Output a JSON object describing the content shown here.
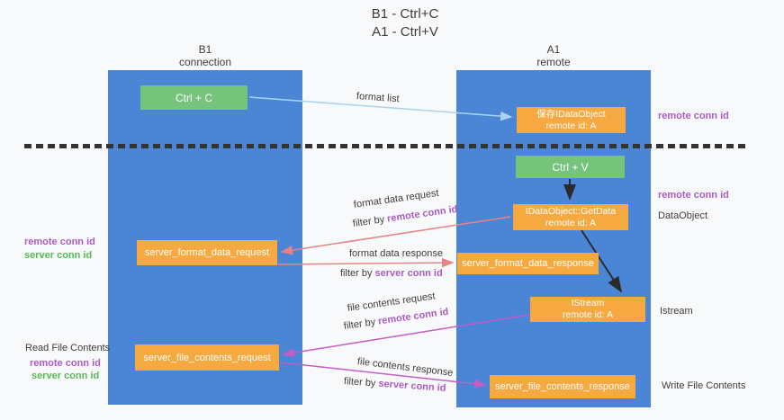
{
  "title": {
    "line1": "B1 - Ctrl+C",
    "line2": "A1 - Ctrl+V"
  },
  "lanes": {
    "left": {
      "title": "B1",
      "subtitle": "connection"
    },
    "right": {
      "title": "A1",
      "subtitle": "remote"
    }
  },
  "nodes": {
    "ctrl_c": {
      "label": "Ctrl + C"
    },
    "save_idataobject": {
      "line1": "保存IDataObject",
      "line2": "remote id: A"
    },
    "ctrl_v": {
      "label": "Ctrl + V"
    },
    "getdata": {
      "line1": "IDataObject::GetData",
      "line2": "remote id: A"
    },
    "format_request": {
      "label": "server_format_data_request"
    },
    "format_response": {
      "label": "server_format_data_response"
    },
    "istream": {
      "line1": "IStream",
      "line2": "remote id: A"
    },
    "file_request": {
      "label": "server_file_contents_request"
    },
    "file_response": {
      "label": "server_file_contents_response"
    }
  },
  "edges": {
    "format_list": {
      "label": "format list"
    },
    "format_data_request": {
      "label": "format data request",
      "filter_prefix": "filter by ",
      "filter_key": "remote conn id"
    },
    "format_data_response": {
      "label": "format data response",
      "filter_prefix": "filter by ",
      "filter_key": "server conn id"
    },
    "file_contents_request": {
      "label": "file contents request",
      "filter_prefix": "filter by ",
      "filter_key": "remote conn id"
    },
    "file_contents_response": {
      "label": "file contents response",
      "filter_prefix": "filter by ",
      "filter_key": "server conn id"
    }
  },
  "annotations": {
    "left_mid": {
      "remote": "remote conn id",
      "server": "server conn id"
    },
    "left_bottom": {
      "title": "Read File Contents",
      "remote": "remote conn id",
      "server": "server conn id"
    },
    "right_top": {
      "remote": "remote conn id"
    },
    "right_mid": {
      "remote": "remote conn id",
      "object": "DataObject"
    },
    "right_istream": {
      "object": "Istream"
    },
    "right_bottom": {
      "object": "Write File Contents"
    }
  },
  "colors": {
    "lane_blue": "#4a85d6",
    "node_green": "#76c47c",
    "node_orange": "#f7a941",
    "arrow_light_blue": "#a9d3f0",
    "arrow_salmon": "#e88383",
    "arrow_magenta": "#c45ec4",
    "arrow_black": "#2b2b2b",
    "text_purple": "#ab5bc6",
    "text_green": "#57b957",
    "text_dark": "#3d3d3d"
  }
}
